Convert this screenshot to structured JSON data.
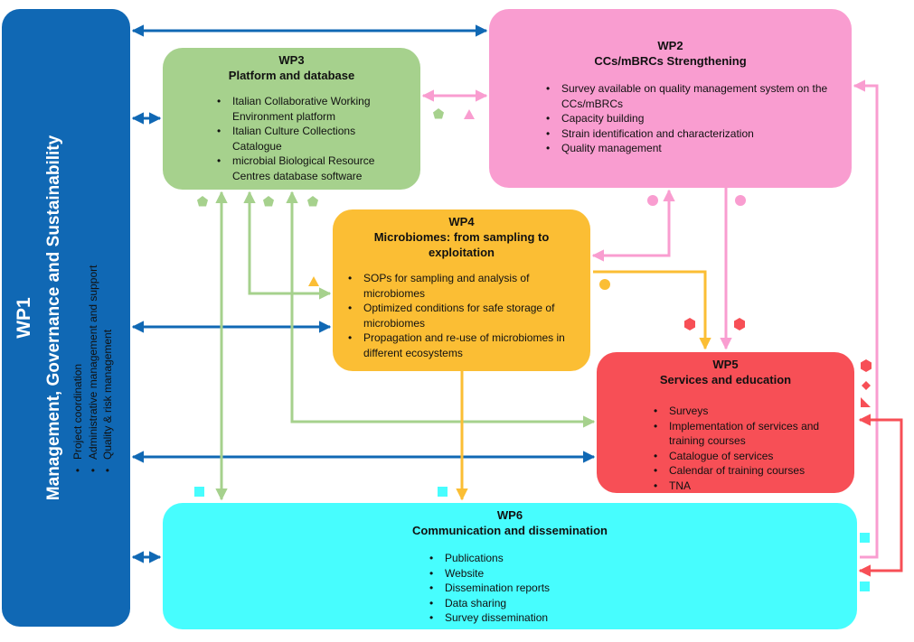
{
  "wp1": {
    "id": "WP1",
    "title": "Management, Governance and Sustainability",
    "items": [
      "Project coordination",
      "Administrative management and support",
      "Quality & risk management"
    ]
  },
  "wp2": {
    "id": "WP2",
    "title": "CCs/mBRCs Strengthening",
    "items": [
      "Survey available on quality management system on the CCs/mBRCs",
      "Capacity building",
      "Strain identification and characterization",
      "Quality management"
    ]
  },
  "wp3": {
    "id": "WP3",
    "title": "Platform and database",
    "items": [
      "Italian Collaborative Working Environment platform",
      "Italian Culture Collections Catalogue",
      "microbial Biological Resource Centres database software"
    ]
  },
  "wp4": {
    "id": "WP4",
    "title": "Microbiomes: from sampling to exploitation",
    "items": [
      "SOPs for sampling and analysis of microbiomes",
      "Optimized conditions for safe storage of microbiomes",
      "Propagation and re-use of microbiomes in different ecosystems"
    ]
  },
  "wp5": {
    "id": "WP5",
    "title": "Services and education",
    "items": [
      "Surveys",
      "Implementation of services and training courses",
      "Catalogue of services",
      "Calendar of training courses",
      "TNA"
    ]
  },
  "wp6": {
    "id": "WP6",
    "title": "Communication and dissemination",
    "items": [
      "Publications",
      "Website",
      "Dissemination reports",
      "Data sharing",
      "Survey dissemination"
    ]
  },
  "colors": {
    "wp1": "#1068b4",
    "wp2": "#f99dd0",
    "wp3": "#a6d18d",
    "wp4": "#fbbe34",
    "wp5": "#f74f56",
    "wp6": "#47fdfe"
  }
}
